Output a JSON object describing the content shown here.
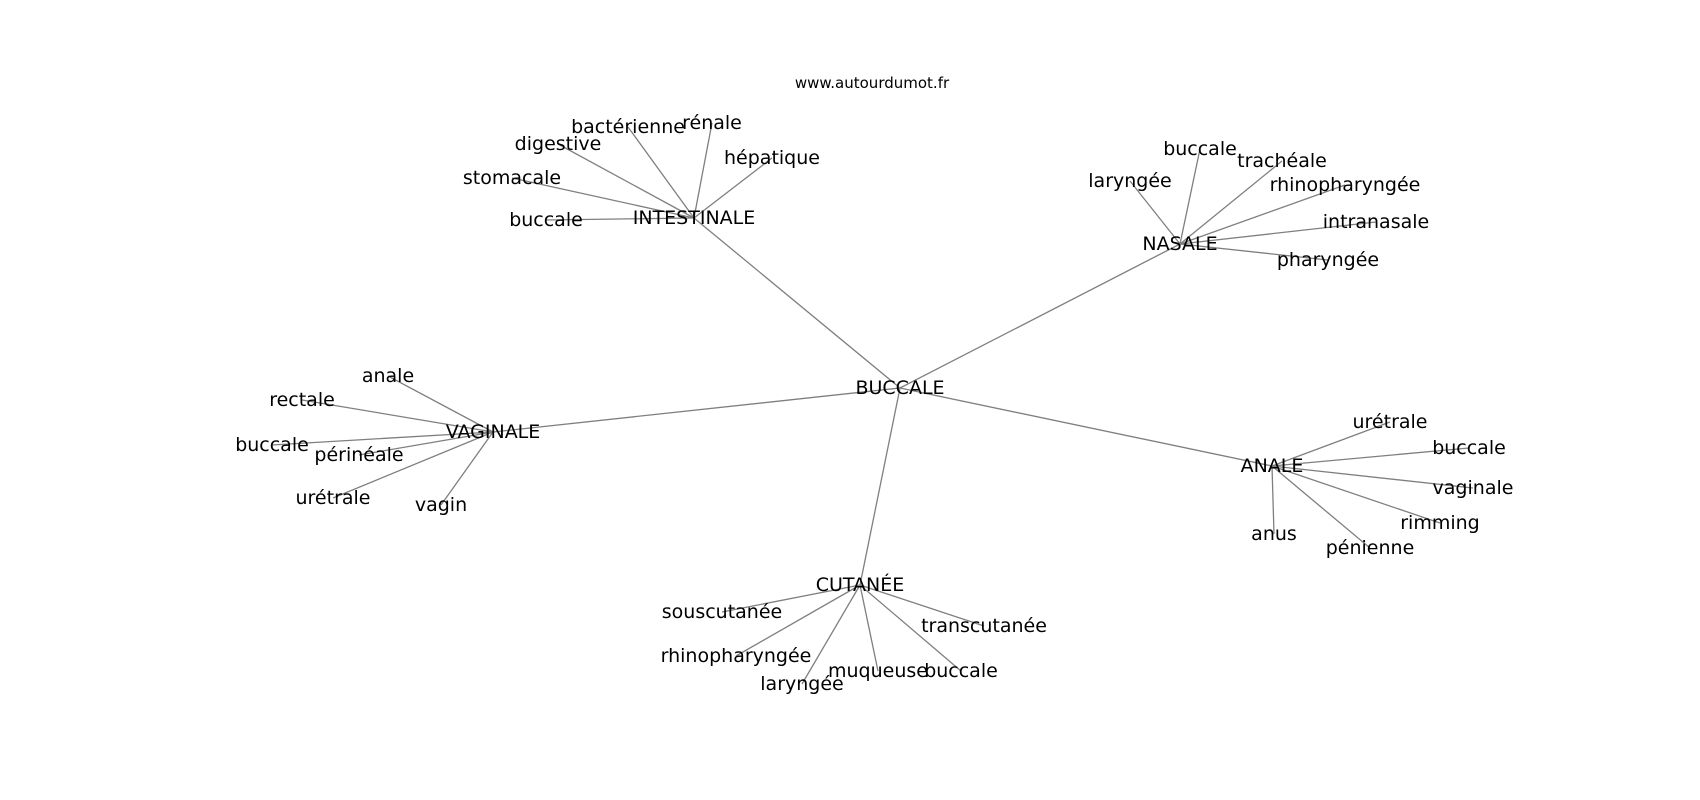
{
  "watermark": "www.autourdumot.fr",
  "center": "BUCCALE",
  "hubs": [
    {
      "id": "intestinale",
      "label": "INTESTINALE",
      "leaves": [
        "bactérienne",
        "rénale",
        "digestive",
        "hépatique",
        "stomacale",
        "buccale"
      ]
    },
    {
      "id": "nasale",
      "label": "NASALE",
      "leaves": [
        "buccale",
        "trachéale",
        "laryngée",
        "rhinopharyngée",
        "intranasale",
        "pharyngée"
      ]
    },
    {
      "id": "vaginale",
      "label": "VAGINALE",
      "leaves": [
        "anale",
        "rectale",
        "buccale",
        "périnéale",
        "urétrale",
        "vagin"
      ]
    },
    {
      "id": "anale",
      "label": "ANALE",
      "leaves": [
        "urétrale",
        "buccale",
        "vaginale",
        "rimming",
        "anus",
        "pénienne"
      ]
    },
    {
      "id": "cutanee",
      "label": "CUTANÉE",
      "leaves": [
        "souscutanée",
        "transcutanée",
        "rhinopharyngée",
        "muqueuse",
        "buccale",
        "laryngée"
      ]
    }
  ]
}
